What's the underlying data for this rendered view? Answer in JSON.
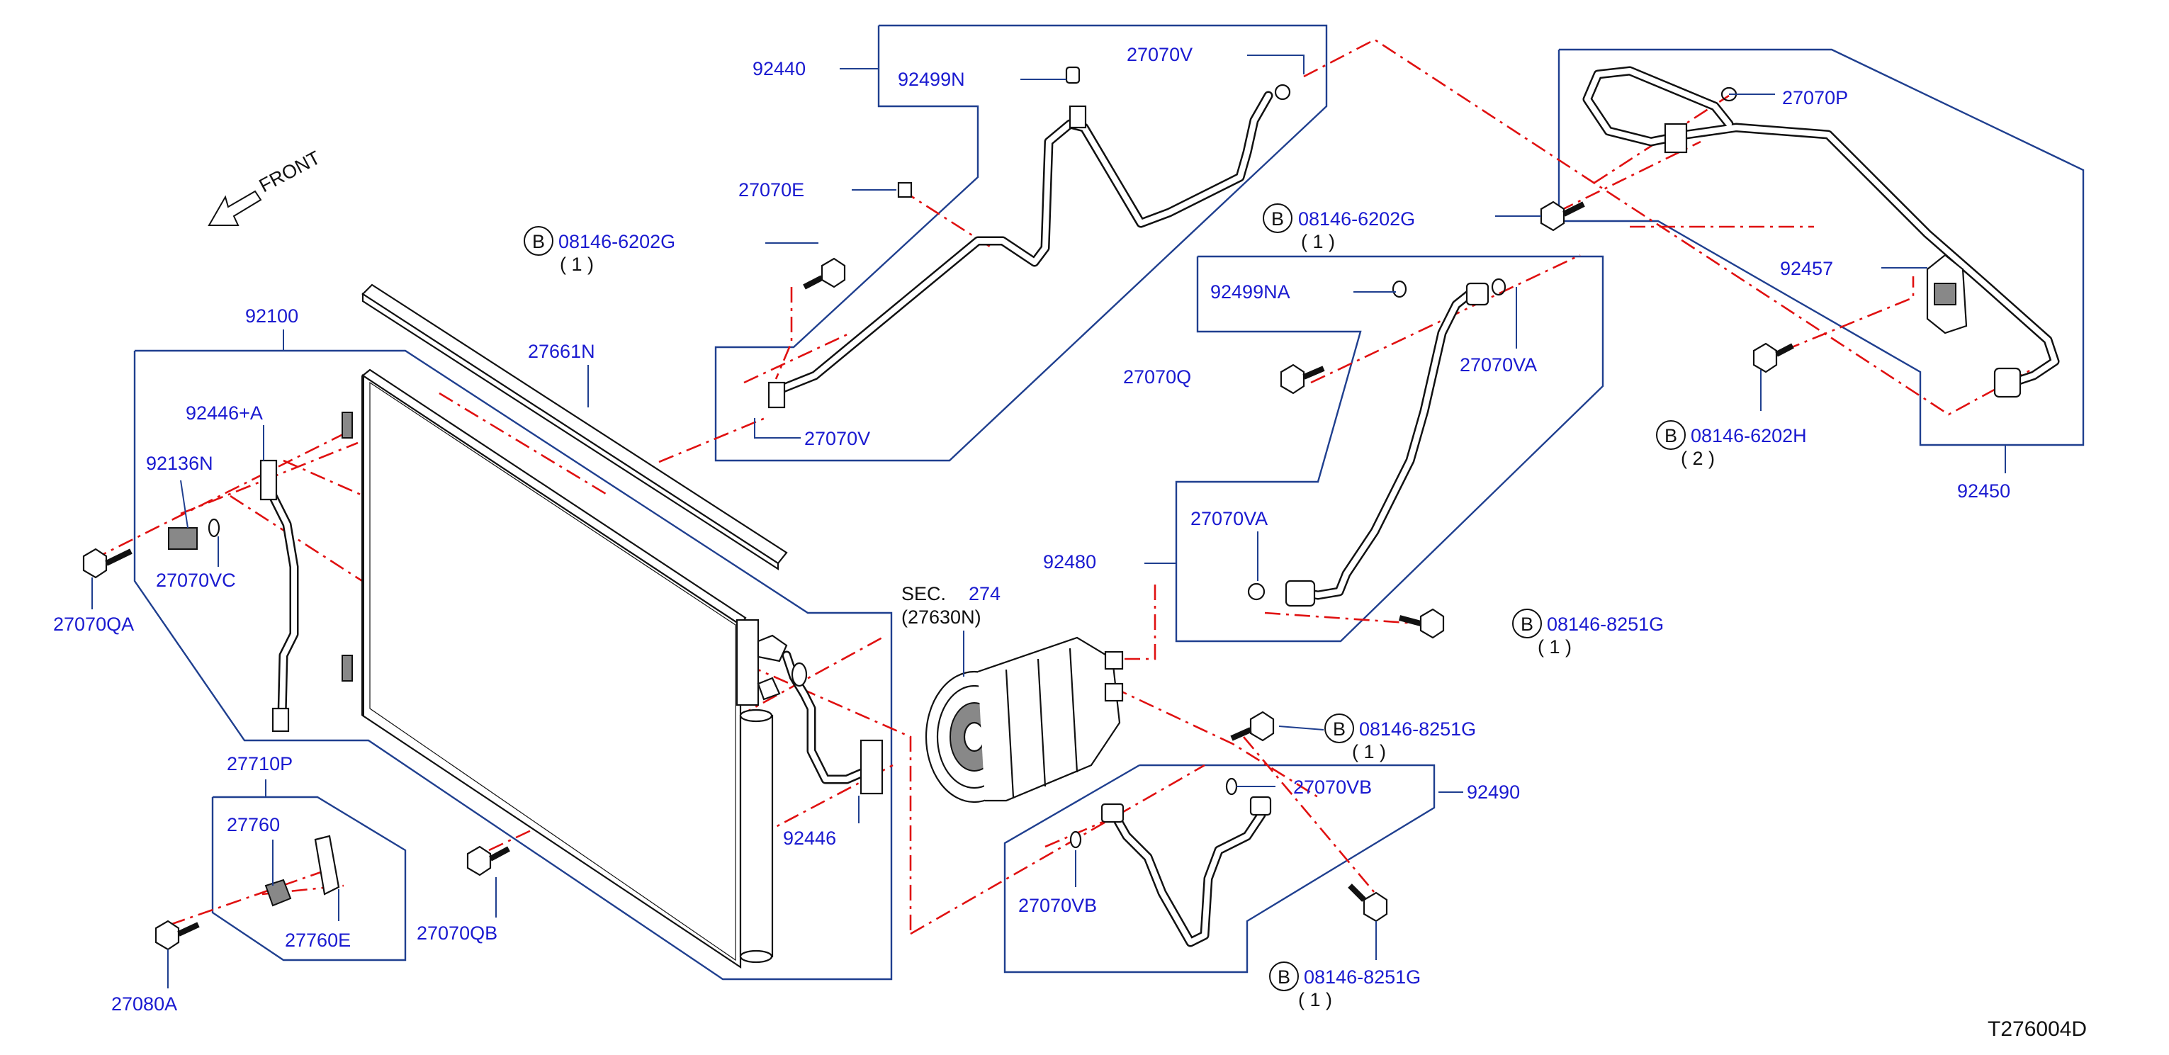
{
  "diagram_id": "T276004D",
  "front_label": "FRONT",
  "sec_ref": {
    "prefix": "SEC.",
    "number": "274",
    "sub": "(27630N)"
  },
  "badge_letter": "B",
  "labels": {
    "p92440": "92440",
    "p92499N": "92499N",
    "p27070V_top": "27070V",
    "p27070E": "27070E",
    "p27070V_bottom": "27070V",
    "p27070P": "27070P",
    "p92457": "92457",
    "p92450": "92450",
    "p92499NA": "92499NA",
    "p27070Q": "27070Q",
    "p27070VA_right": "27070VA",
    "p27070VA_left": "27070VA",
    "p92480": "92480",
    "p92100": "92100",
    "p27661N": "27661N",
    "p92446A": "92446+A",
    "p92136N": "92136N",
    "p27070VC": "27070VC",
    "p27070QA": "27070QA",
    "p27710P": "27710P",
    "p27760": "27760",
    "p27760E": "27760E",
    "p27080A": "27080A",
    "p27070QB": "27070QB",
    "p92446": "92446",
    "p27070VB_right": "27070VB",
    "p27070VB_left": "27070VB",
    "p92490": "92490"
  },
  "bolt_callouts": [
    {
      "part": "08146-6202G",
      "qty": "( 1 )"
    },
    {
      "part": "08146-6202G",
      "qty": "( 1 )"
    },
    {
      "part": "08146-6202H",
      "qty": "( 2 )"
    },
    {
      "part": "08146-8251G",
      "qty": "( 1 )"
    },
    {
      "part": "08146-8251G",
      "qty": "( 1 )"
    },
    {
      "part": "08146-8251G",
      "qty": "( 1 )"
    }
  ],
  "colors": {
    "label": "#1a1ad0",
    "callout_line": "#1f3f8f",
    "dash_line": "#e01010",
    "drawing": "#111111"
  }
}
